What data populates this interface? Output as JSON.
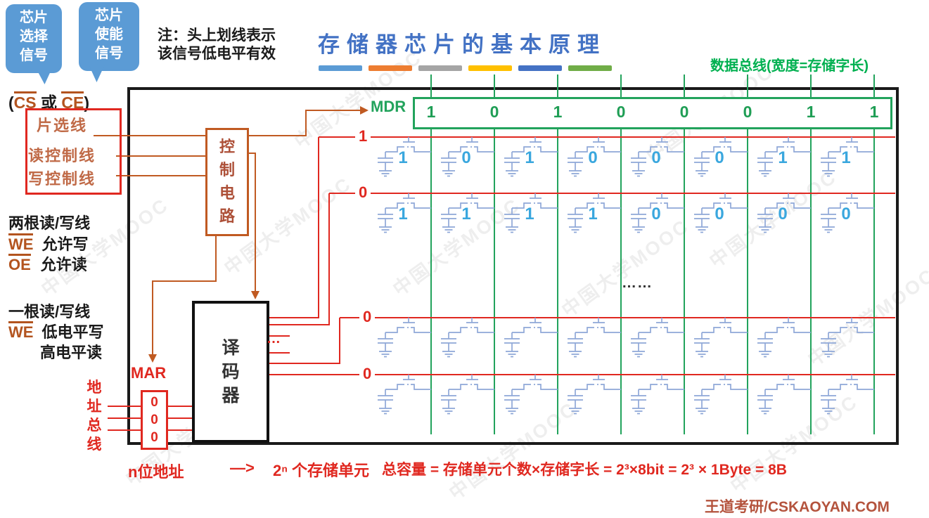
{
  "title": "存储器芯片的基本原理",
  "note": {
    "line1": "注：头上划线表示",
    "line2": "该信号低电平有效"
  },
  "bubbles": [
    {
      "lines": [
        "芯片",
        "选择",
        "信号"
      ]
    },
    {
      "lines": [
        "芯片",
        "使能",
        "信号"
      ]
    }
  ],
  "cs_ce": {
    "open": "(",
    "cs": "CS",
    "or": " 或 ",
    "ce": "CE",
    "close": ")"
  },
  "control_labels": {
    "chip_select": "片选线",
    "read": "读控制线",
    "write": "写控制线"
  },
  "left_notes": {
    "two_lines_title": "两根读/写线",
    "we2": "WE",
    "we2_desc": "允许写",
    "oe": "OE",
    "oe_desc": "允许读",
    "one_line_title": "一根读/写线",
    "we1": "WE",
    "we1_desc": "低电平写",
    "we1_desc2": "高电平读"
  },
  "control_box": {
    "chars": [
      "控",
      "制",
      "电",
      "路"
    ]
  },
  "decoder_box": {
    "chars": [
      "译",
      "码",
      "器"
    ]
  },
  "mdr": {
    "label": "MDR",
    "bits": [
      "1",
      "0",
      "1",
      "0",
      "0",
      "0",
      "1",
      "1"
    ]
  },
  "mar": {
    "label": "MAR",
    "bits": [
      "0",
      "0",
      "0"
    ]
  },
  "address_bus": {
    "chars": [
      "地",
      "址",
      "总",
      "线"
    ]
  },
  "data_bus_label": "数据总线(宽度=存储字长)",
  "memory_array": {
    "row_labels": [
      "1",
      "0",
      "0",
      "0"
    ],
    "row1_bits": [
      "1",
      "0",
      "1",
      "0",
      "0",
      "0",
      "1",
      "1"
    ],
    "row2_bits": [
      "1",
      "1",
      "1",
      "1",
      "0",
      "0",
      "0",
      "0"
    ],
    "middle_ellipsis": "……",
    "decoder_ellipsis": "…"
  },
  "formula": {
    "n_addr": "n位地址",
    "arrow": "—>",
    "cells": "2ⁿ 个存储单元",
    "capacity": "总容量 = 存储单元个数×存储字长 = 2³×8bit = 2³ × 1Byte = 8B"
  },
  "logo": "王道考研/CSKAOYAN.COM",
  "watermark": "中国大学MOOC",
  "colors": {
    "red": "#e02820",
    "green": "#22a35c",
    "green2": "#00B050",
    "brown": "#c05a22",
    "title": "#4372c4",
    "bubble": "#5b9bd5",
    "blue_digit": "#3aa7de",
    "logo": "#b4533d"
  },
  "dash_colors": [
    "#5B9BD5",
    "#ED7D31",
    "#A5A5A5",
    "#FFC000",
    "#4472C4",
    "#70AD47"
  ]
}
